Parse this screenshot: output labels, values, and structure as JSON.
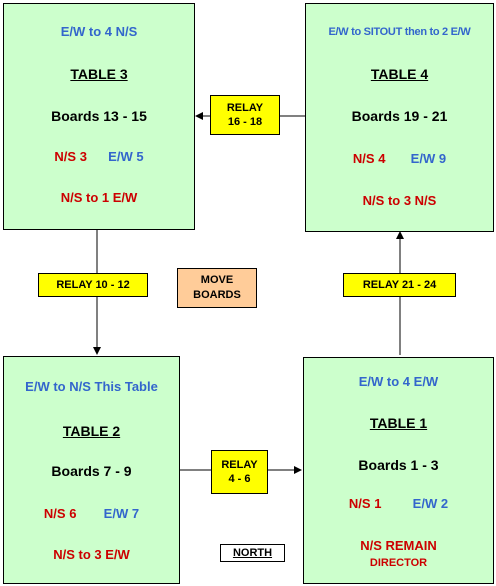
{
  "tables": {
    "table3": {
      "move_ew": "E/W to 4 N/S",
      "title": "TABLE  3",
      "boards": "Boards 13  -  15",
      "ns": "N/S 3",
      "ew": "E/W 5",
      "move_ns": "N/S to 1 E/W"
    },
    "table4": {
      "move_ew": "E/W to SITOUT then to  2 E/W",
      "title": "TABLE  4",
      "boards": "Boards 19 - 21",
      "ns": "N/S 4",
      "ew": "E/W 9",
      "move_ns": "N/S to 3 N/S"
    },
    "table2": {
      "move_ew": "E/W to N/S This Table",
      "title": "TABLE  2",
      "boards": "Boards 7 -  9",
      "ns": "N/S 6",
      "ew": "E/W 7",
      "move_ns": "N/S to 3 E/W"
    },
    "table1": {
      "move_ew": "E/W to 4 E/W",
      "title": "TABLE  1",
      "boards": "Boards 1 -  3",
      "ns": "N/S 1",
      "ew": "E/W 2",
      "move_ns": "N/S REMAIN",
      "move_ns_sub": "DIRECTOR"
    }
  },
  "relays": {
    "r16_18": {
      "line1": "RELAY",
      "line2": "16 - 18"
    },
    "r10_12": {
      "label": "RELAY  10 - 12"
    },
    "r21_24": {
      "label": "RELAY  21 - 24"
    },
    "r4_6": {
      "line1": "RELAY",
      "line2": "4 - 6"
    }
  },
  "move_boards": {
    "line1": "MOVE",
    "line2": "BOARDS"
  },
  "north_label": "NORTH",
  "colors": {
    "table_fill": "#ccffcc",
    "relay_fill": "#ffff00",
    "move_fill": "#ffcc99",
    "ew_text": "#3366cc",
    "ns_text": "#cc0000"
  }
}
